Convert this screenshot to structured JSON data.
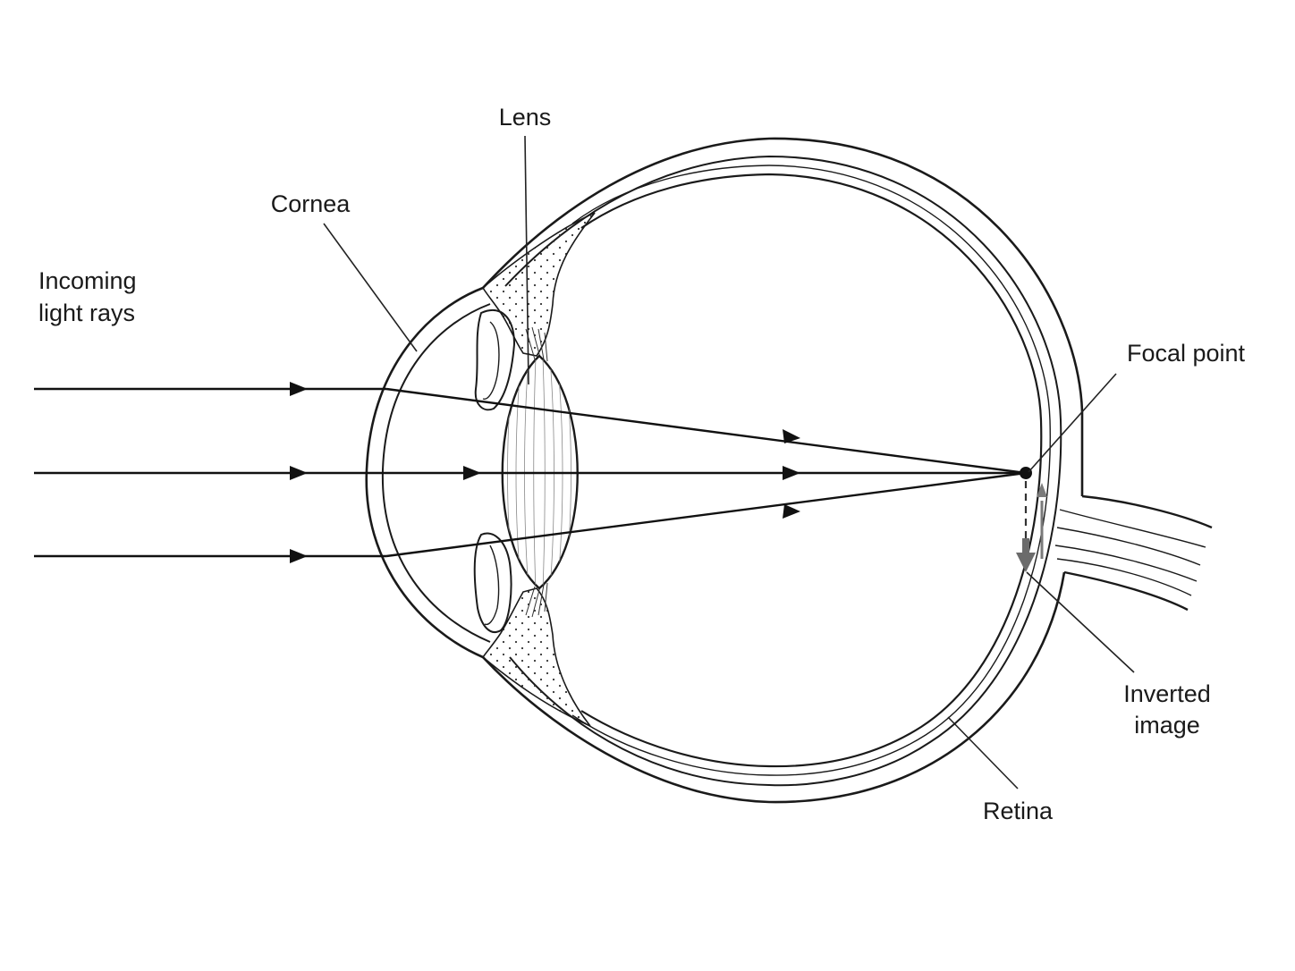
{
  "labels": {
    "lens": "Lens",
    "cornea": "Cornea",
    "incoming_line1": "Incoming",
    "incoming_line2": "light rays",
    "focal_point": "Focal point",
    "inverted_line1": "Inverted",
    "inverted_line2": "image",
    "retina": "Retina"
  },
  "colors": {
    "ink": "#1a1a1a",
    "image_arrow": "#6b6b6b",
    "background": "#ffffff"
  }
}
